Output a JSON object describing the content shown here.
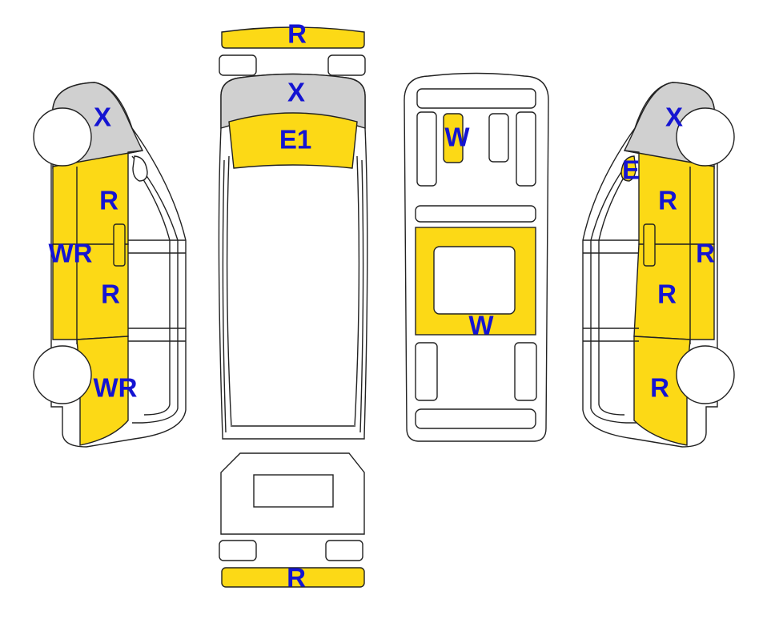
{
  "colors": {
    "damage_fill": "#FCD916",
    "trim_fill": "#D0D0D0",
    "label": "#1414D2",
    "outline": "#222222",
    "body": "#FFFFFF"
  },
  "markers": {
    "front_bumper": "R",
    "hood": "X",
    "windshield": "E1",
    "roof_front": "W",
    "roof_rear": "W",
    "rear_bumper": "R",
    "left_front": "X",
    "left_front_door": "R",
    "left_pillar": "WR",
    "left_rear_door": "R",
    "left_rear_fender": "WR",
    "right_front": "X",
    "right_mirror": "E",
    "right_front_door": "R",
    "right_pillar": "R",
    "right_rear_door": "R",
    "right_rear_fender": "R"
  }
}
